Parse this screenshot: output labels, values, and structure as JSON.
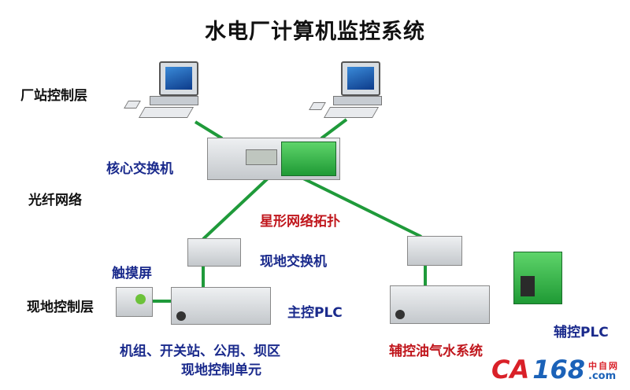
{
  "title": "水电厂计算机监控系统",
  "labels": {
    "station_control_layer": "厂站控制层",
    "core_switch": "核心交换机",
    "fiber_network": "光纤网络",
    "star_topology": "星形网络拓扑",
    "field_switch": "现地交换机",
    "touch_screen": "触摸屏",
    "field_control_layer": "现地控制层",
    "main_plc": "主控PLC",
    "aux_plc": "辅控PLC",
    "units_line1": "机组、开关站、公用、坝区",
    "units_line2": "现地控制单元",
    "aux_system": "辅控油气水系统"
  },
  "logo": {
    "brand_a": "CA",
    "brand_b": "168",
    "cn": "中自网",
    "domain": ".com"
  },
  "colors": {
    "link": "#1f9a3a",
    "title": "#111111",
    "blue_label": "#1a2a8c",
    "red_label": "#c0161c"
  }
}
